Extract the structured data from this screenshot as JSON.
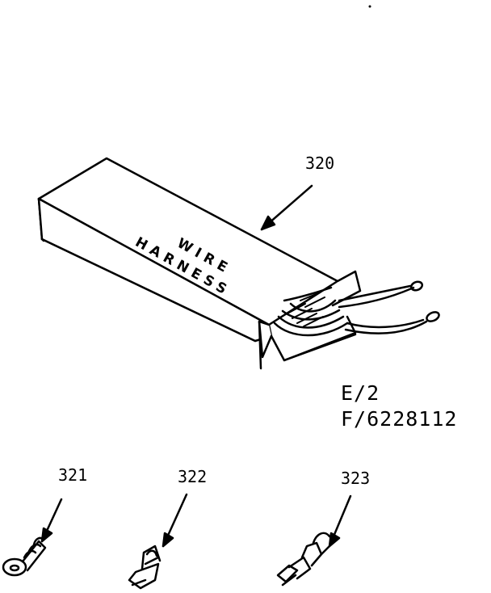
{
  "box_label": {
    "line1": "WIRE",
    "line2": "HARNESS"
  },
  "callouts": {
    "wire_harness": "320",
    "ring_terminal": "321",
    "spade_terminal": "322",
    "connector_terminal": "323"
  },
  "reference": {
    "line1": "E/2",
    "line2": "F/6228112"
  },
  "colors": {
    "ink": "#000000",
    "paper": "#ffffff"
  }
}
